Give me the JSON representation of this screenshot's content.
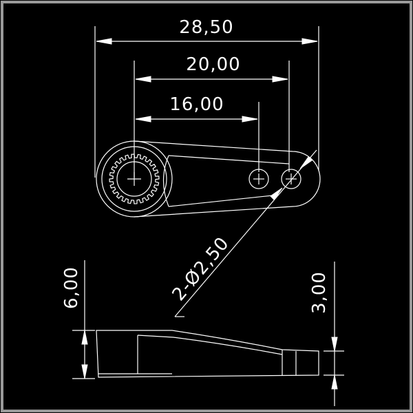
{
  "drawing": {
    "dim_overall_length": "28,50",
    "dim_hole_spacing_outer": "20,00",
    "dim_hole_spacing_inner": "16,00",
    "dim_hole_diameter": "2-Ø2,50",
    "dim_total_height": "6,00",
    "dim_arm_thickness": "3,00"
  },
  "colors": {
    "background": "#000000",
    "lines": "#ffffff",
    "frame": "#9a9a9a"
  }
}
